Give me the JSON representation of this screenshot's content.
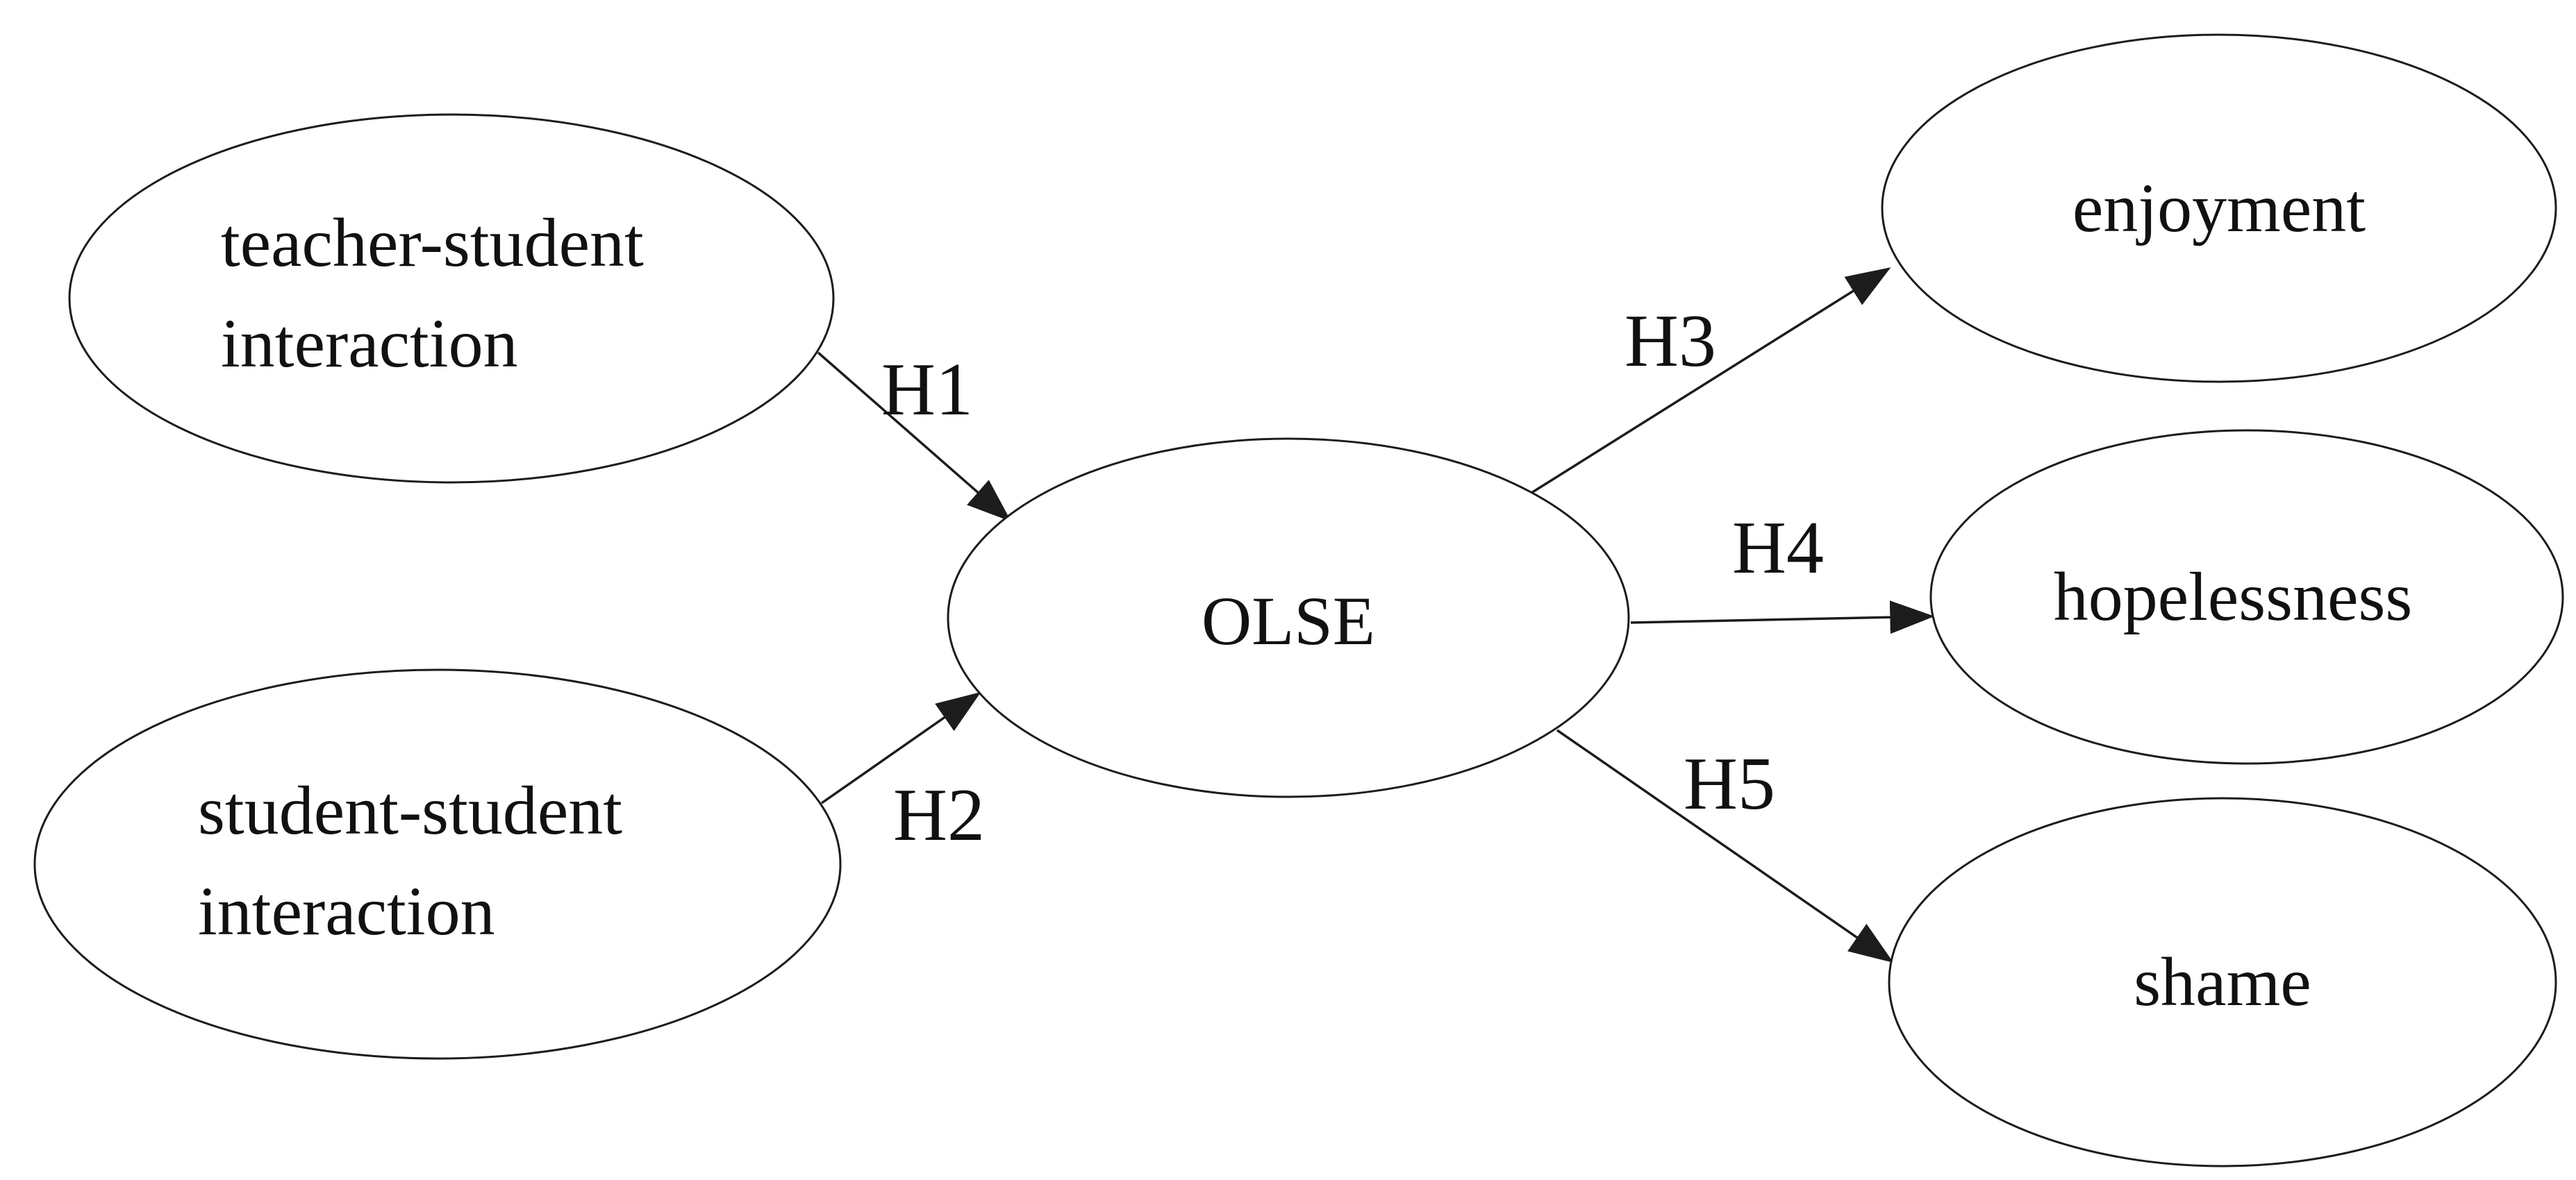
{
  "canvas": {
    "background": "#ffffff",
    "stroke_color": "#1c1c1c",
    "text_color": "#111111"
  },
  "nodes": [
    {
      "id": "teacher-student-interaction",
      "shape": "ellipse",
      "label_lines": [
        "teacher-student",
        "interaction"
      ]
    },
    {
      "id": "student-student-interaction",
      "shape": "ellipse",
      "label_lines": [
        "student-student",
        "interaction"
      ]
    },
    {
      "id": "olse",
      "shape": "ellipse",
      "label": "OLSE"
    },
    {
      "id": "enjoyment",
      "shape": "ellipse",
      "label": "enjoyment"
    },
    {
      "id": "hopelessness",
      "shape": "ellipse",
      "label": "hopelessness"
    },
    {
      "id": "shame",
      "shape": "ellipse",
      "label": "shame"
    }
  ],
  "edges": [
    {
      "id": "h1",
      "label": "H1",
      "from": "teacher-student-interaction",
      "to": "olse"
    },
    {
      "id": "h2",
      "label": "H2",
      "from": "student-student-interaction",
      "to": "olse"
    },
    {
      "id": "h3",
      "label": "H3",
      "from": "olse",
      "to": "enjoyment"
    },
    {
      "id": "h4",
      "label": "H4",
      "from": "olse",
      "to": "hopelessness"
    },
    {
      "id": "h5",
      "label": "H5",
      "from": "olse",
      "to": "shame"
    }
  ]
}
